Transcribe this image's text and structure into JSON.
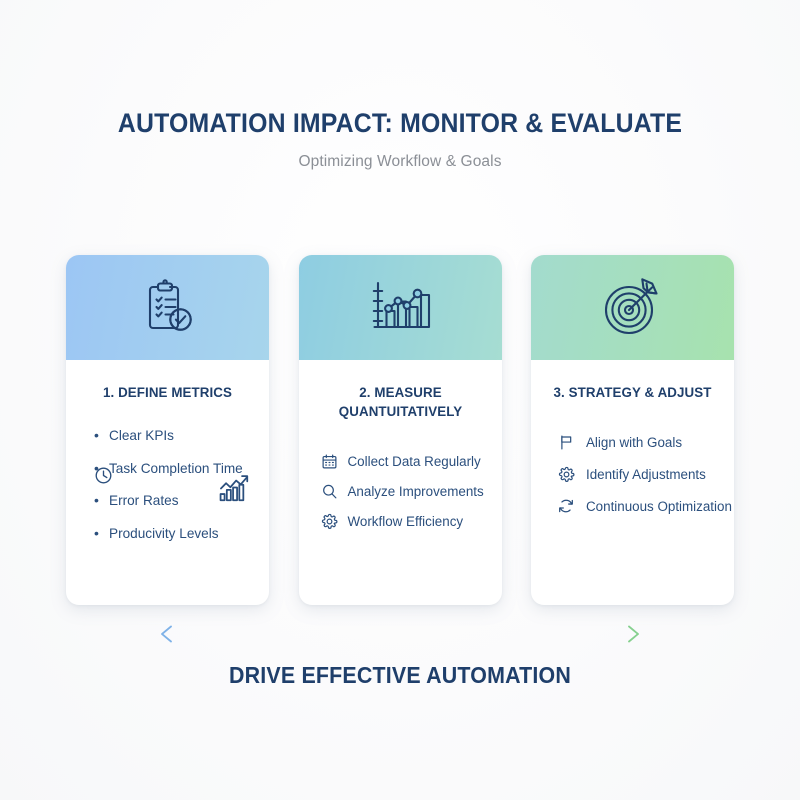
{
  "header": {
    "title": "AUTOMATION IMPACT: MONITOR & EVALUATE",
    "subtitle": "Optimizing Workflow & Goals"
  },
  "colors": {
    "navy": "#1f3f6b",
    "body_text": "#2b4f7d",
    "subtitle": "#8b8f96",
    "background": "#fcfcfd",
    "card1_gradient_start": "#9cc6f4",
    "card1_gradient_end": "#a7d5ec",
    "card2_gradient_start": "#8ecde2",
    "card2_gradient_end": "#a6ddd2",
    "card3_gradient_start": "#a3dbce",
    "card3_gradient_end": "#a7e2ae",
    "arrow_start": "#7fb2e8",
    "arrow_end": "#86d08f"
  },
  "cards": [
    {
      "id": "define-metrics",
      "title": "1. DEFINE METRICS",
      "header_icon": "clipboard-checklist-icon",
      "list_style": "bullet",
      "items": [
        {
          "label": "Clear KPIs"
        },
        {
          "label": "Task Completion Time"
        },
        {
          "label": "Error Rates"
        },
        {
          "label": "Producivity Levels"
        }
      ],
      "floating_icons": [
        "clock-icon",
        "growth-chart-icon"
      ]
    },
    {
      "id": "measure-quantitatively",
      "title": "2. MEASURE QUANTUITATIVELY",
      "header_icon": "bar-line-chart-icon",
      "list_style": "icon",
      "items": [
        {
          "icon": "calendar-icon",
          "label": "Collect Data Regularly"
        },
        {
          "icon": "magnifier-icon",
          "label": "Analyze Improvements"
        },
        {
          "icon": "gear-icon",
          "label": "Workflow Efficiency"
        }
      ]
    },
    {
      "id": "strategy-adjust",
      "title": "3. STRATEGY & ADJUST",
      "header_icon": "target-arrow-icon",
      "list_style": "icon",
      "items": [
        {
          "icon": "flag-icon",
          "label": "Align with Goals"
        },
        {
          "icon": "gear-icon",
          "label": "Identify Adjustments"
        },
        {
          "icon": "refresh-cycle-icon",
          "label": "Continuous Optimization"
        }
      ]
    }
  ],
  "footer": {
    "arrow": "double-headed-arrow",
    "text": "DRIVE EFFECTIVE AUTOMATION"
  }
}
